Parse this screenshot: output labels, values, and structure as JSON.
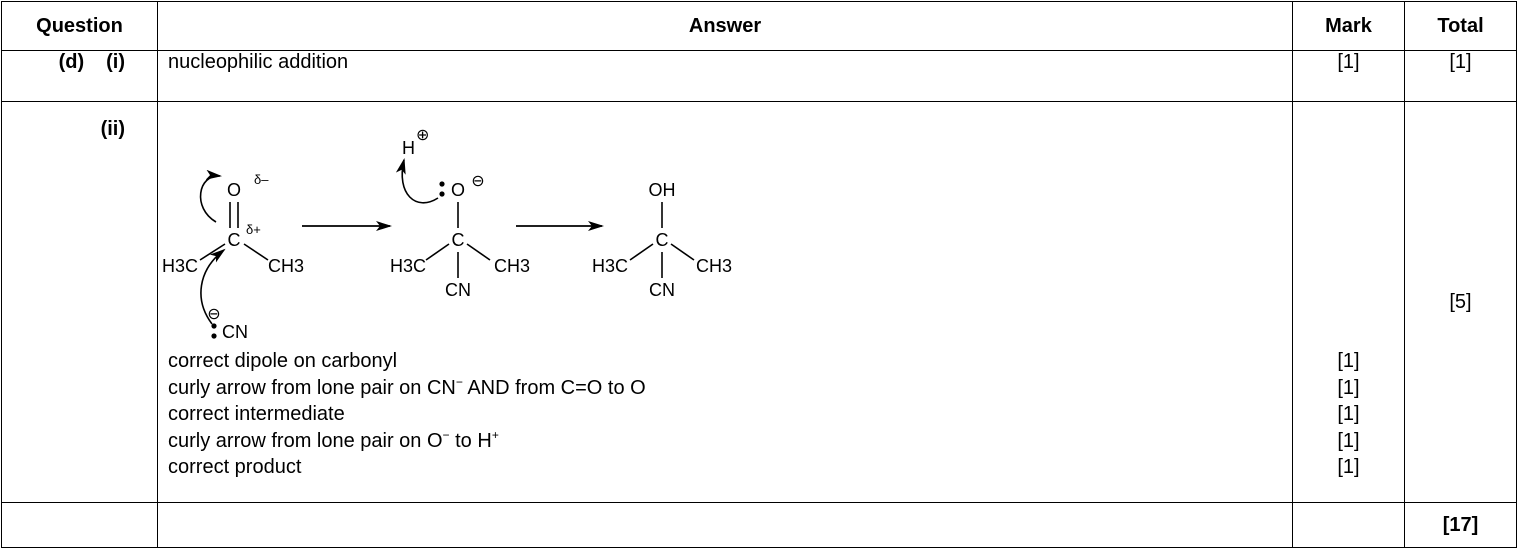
{
  "header": {
    "question": "Question",
    "answer": "Answer",
    "mark": "Mark",
    "total": "Total"
  },
  "row_d_i": {
    "part": "(d)",
    "sub": "(i)",
    "answer": "nucleophilic addition",
    "mark": "[1]",
    "total": "[1]"
  },
  "row_d_ii": {
    "sub": "(ii)",
    "total": "[5]",
    "diagram": {
      "reactant": {
        "O": "O",
        "C": "C",
        "H3C": "H3C",
        "CH3": "CH3",
        "delta_minus": "δ–",
        "delta_plus": "δ+"
      },
      "nucleophile": {
        "CN": "CN",
        "charge": "⊖"
      },
      "intermediate": {
        "O": "O",
        "C": "C",
        "H3C": "H3C",
        "CH3": "CH3",
        "CN": "CN",
        "charge": "⊖"
      },
      "proton": {
        "H": "H",
        "charge": "⊕"
      },
      "product": {
        "OH": "OH",
        "C": "C",
        "H3C": "H3C",
        "CH3": "CH3",
        "CN": "CN"
      }
    },
    "points": [
      {
        "pre": "correct dipole on carbonyl",
        "sup": "",
        "post": "",
        "mark": "[1]"
      },
      {
        "pre": "curly arrow from lone pair on CN",
        "sup": "−",
        "post": " AND from C=O to O",
        "mark": "[1]"
      },
      {
        "pre": "correct intermediate",
        "sup": "",
        "post": "",
        "mark": "[1]"
      },
      {
        "pre": "curly arrow from lone pair on O",
        "sup": "−",
        "post": " to H",
        "sup2": "+",
        "mark": "[1]"
      },
      {
        "pre": "correct product",
        "sup": "",
        "post": "",
        "mark": "[1]"
      }
    ]
  },
  "row_total": {
    "grand_total": "[17]"
  }
}
